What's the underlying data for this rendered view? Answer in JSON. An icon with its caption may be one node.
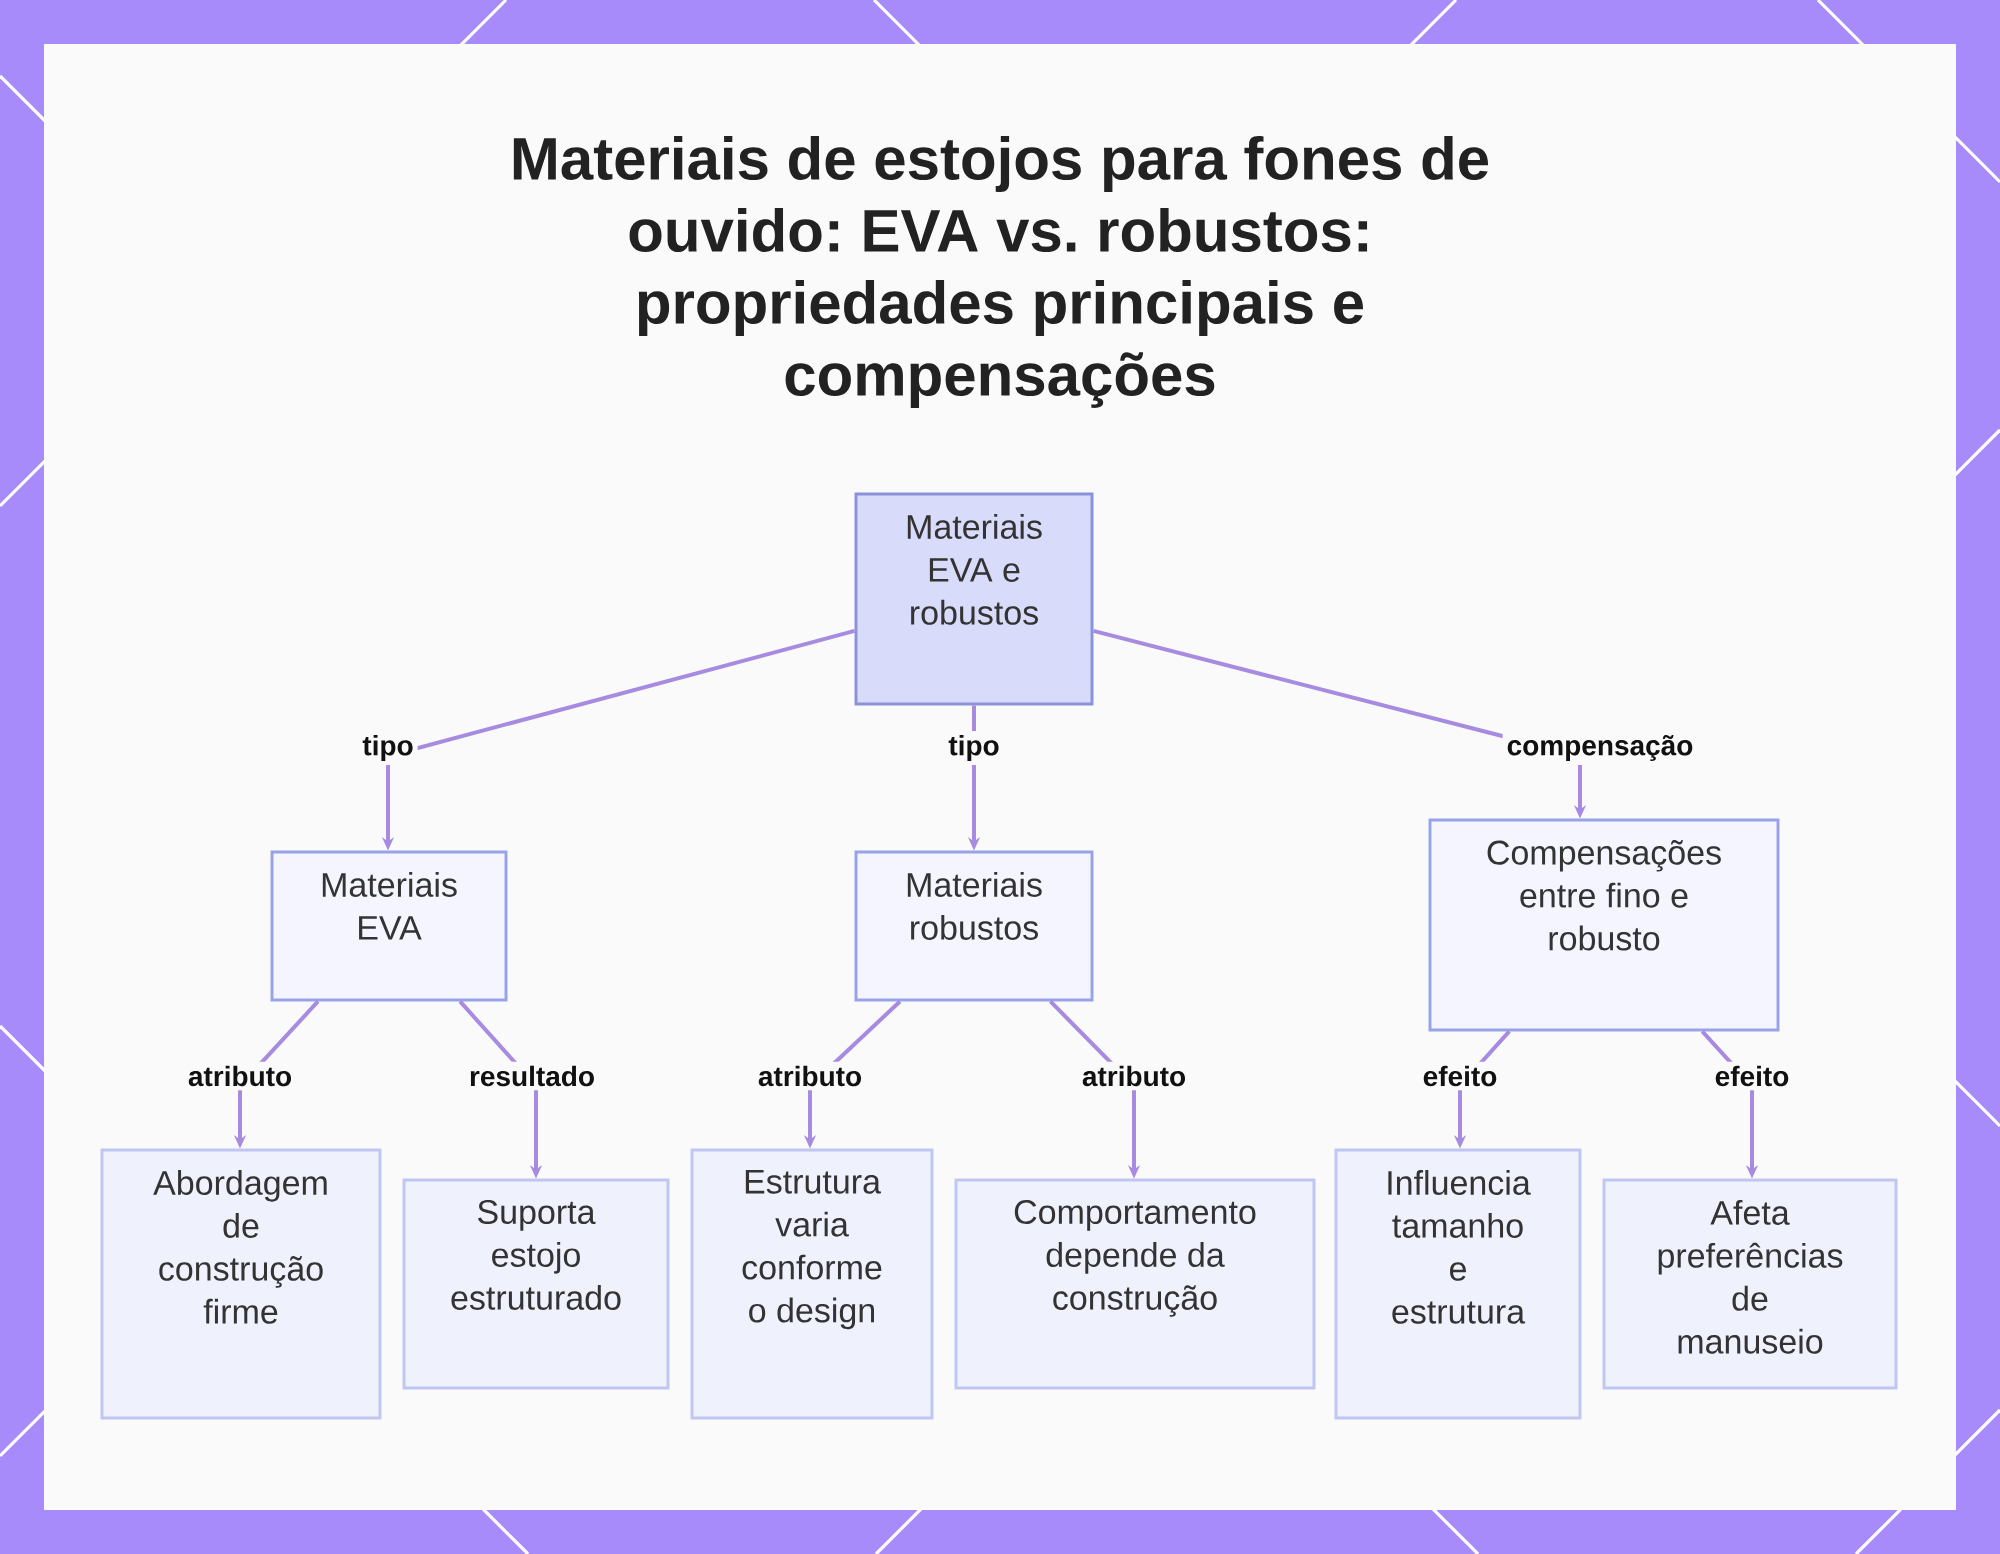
{
  "diagram": {
    "title": "Materiais de estojos para fones de ouvido: EVA vs. robustos: propriedades principais e compensações",
    "nodes": [
      {
        "text": [
          "Materiais EVA e robustos"
        ]
      },
      {
        "text": [
          "Materiais EVA"
        ]
      },
      {
        "text": [
          "Materiais robustos"
        ]
      },
      {
        "text": [
          "Compensações entre fino e robusto"
        ]
      },
      {
        "text": [
          "Abordagem de construção firme"
        ]
      },
      {
        "text": [
          "Suporta estojo estruturado"
        ]
      },
      {
        "text": [
          "Estrutura varia conforme o design"
        ]
      },
      {
        "text": [
          "Comportamento depende da construção"
        ]
      },
      {
        "text": [
          "Influencia tamanho e estrutura"
        ]
      },
      {
        "text": [
          "Afeta preferências de manuseio"
        ]
      }
    ],
    "edges": [
      {
        "from": 0,
        "to": 1,
        "arrow": "to",
        "label": "tipo"
      },
      {
        "from": 0,
        "to": 2,
        "arrow": "to",
        "label": "tipo"
      },
      {
        "from": 0,
        "to": 3,
        "arrow": "to",
        "label": "compensação"
      },
      {
        "from": 1,
        "to": 4,
        "arrow": "to",
        "label": "atributo"
      },
      {
        "from": 1,
        "to": 5,
        "arrow": "to",
        "label": "resultado"
      },
      {
        "from": 2,
        "to": 6,
        "arrow": "to",
        "label": "atributo"
      },
      {
        "from": 2,
        "to": 7,
        "arrow": "to",
        "label": "atributo"
      },
      {
        "from": 3,
        "to": 8,
        "arrow": "to",
        "label": "efeito"
      },
      {
        "from": 3,
        "to": 9,
        "arrow": "to",
        "label": "efeito"
      }
    ]
  }
}
